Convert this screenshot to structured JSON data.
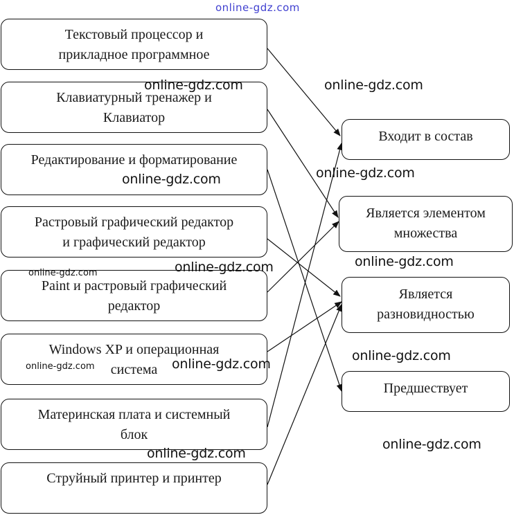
{
  "left_items": [
    {
      "id": "L1",
      "lines": [
        "Текстовый процессор и",
        "прикладное программное"
      ]
    },
    {
      "id": "L2",
      "lines": [
        "Клавиатурный тренажер и",
        "Клавиатор"
      ]
    },
    {
      "id": "L3",
      "lines": [
        "Редактирование и форматирование"
      ]
    },
    {
      "id": "L4",
      "lines": [
        "Растровый графический редактор",
        "и графический редактор"
      ]
    },
    {
      "id": "L5",
      "lines": [
        "Paint и растровый графический",
        "редактор"
      ]
    },
    {
      "id": "L6",
      "lines": [
        "Windows XP и операционная",
        "система"
      ]
    },
    {
      "id": "L7",
      "lines": [
        "Материнская плата и системный",
        "блок"
      ]
    },
    {
      "id": "L8",
      "lines": [
        "Струйный принтер и принтер"
      ]
    }
  ],
  "right_items": [
    {
      "id": "R1",
      "lines": [
        "Входит в состав"
      ]
    },
    {
      "id": "R2",
      "lines": [
        "Является элементом",
        "множества"
      ]
    },
    {
      "id": "R3",
      "lines": [
        "Является",
        "разновидностью"
      ]
    },
    {
      "id": "R4",
      "lines": [
        "Предшествует"
      ]
    }
  ],
  "connections": [
    {
      "from": "L1",
      "to": "R1"
    },
    {
      "from": "L2",
      "to": "R2"
    },
    {
      "from": "L3",
      "to": "R4"
    },
    {
      "from": "L4",
      "to": "R3"
    },
    {
      "from": "L5",
      "to": "R2"
    },
    {
      "from": "L6",
      "to": "R3"
    },
    {
      "from": "L7",
      "to": "R1"
    },
    {
      "from": "L8",
      "to": "R3"
    }
  ],
  "watermarks": {
    "top": "online-gdz.com",
    "text": "online-gdz.com"
  }
}
